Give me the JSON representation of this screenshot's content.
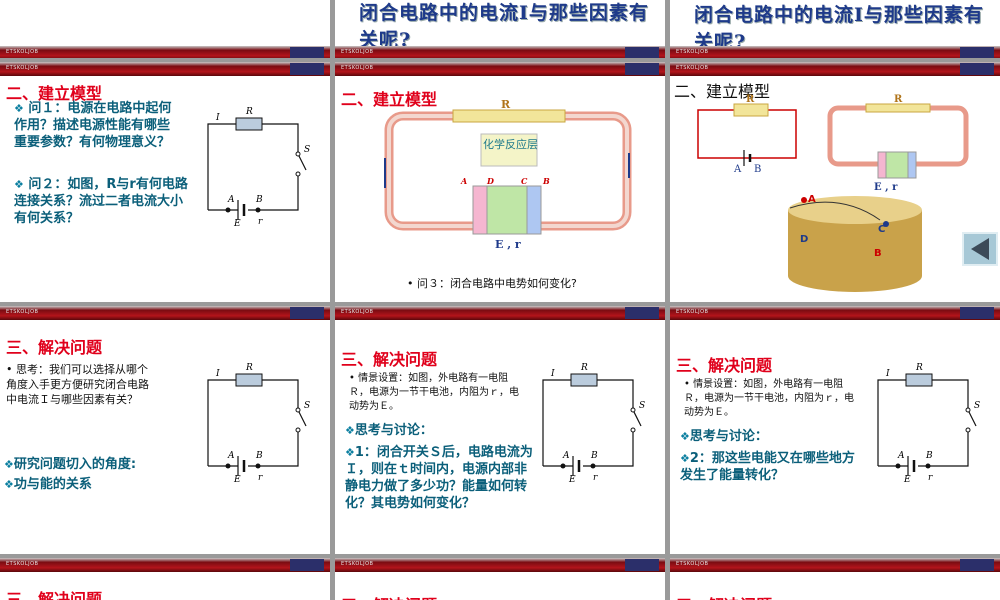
{
  "slides": {
    "s_top": {
      "title": "闭合电路中的电流I与那些因素有关呢?"
    },
    "s4": {
      "heading": "二、建立模型",
      "items": [
        "问１：电源在电路中起何作用？描述电源性能有哪些重要参数？有何物理意义？",
        "问２：如图，R与r有何电路连接关系？流过二者电流大小有何关系？"
      ]
    },
    "s5": {
      "heading": "二、建立模型",
      "chem_label": "化学反应层",
      "question": "问３：闭合电路中电势如何变化?"
    },
    "s6": {
      "heading": "二、建立模型"
    },
    "s7": {
      "heading": "三、解决问题",
      "think": "思考：我们可以选择从哪个角度入手更方便研究闭合电路中电流Ｉ与哪些因素有关？",
      "items": [
        "研究问题切入的角度:",
        "功与能的关系"
      ]
    },
    "s8": {
      "heading": "三、解决问题",
      "scenario": "情景设置：如图，外电路有一电阻Ｒ，电源为一节干电池，内阻为ｒ，电动势为Ｅ。",
      "items": [
        "思考与讨论：",
        "1：闭合开关Ｓ后，电路电流为Ｉ，则在ｔ时间内，电源内部非静电力做了多少功？能量如何转化？其电势如何变化？"
      ]
    },
    "s9": {
      "heading": "三、解决问题",
      "scenario": "情景设置：如图，外电路有一电阻Ｒ，电源为一节干电池，内阻为ｒ，电动势为Ｅ。",
      "items": [
        "思考与讨论：",
        "2：那这些电能又在哪些地方发生了能量转化？"
      ]
    },
    "s_bottom": {
      "heading": "三、解决问题"
    }
  },
  "circuit_labels": {
    "I": "I",
    "R": "R",
    "S": "S",
    "A": "A",
    "B": "B",
    "E": "E",
    "r": "r",
    "C": "C",
    "D": "D",
    "Er": "E , r"
  },
  "colors": {
    "accent": "#e0001b",
    "text": "#0b5f7a",
    "banner": "#b3141b"
  }
}
